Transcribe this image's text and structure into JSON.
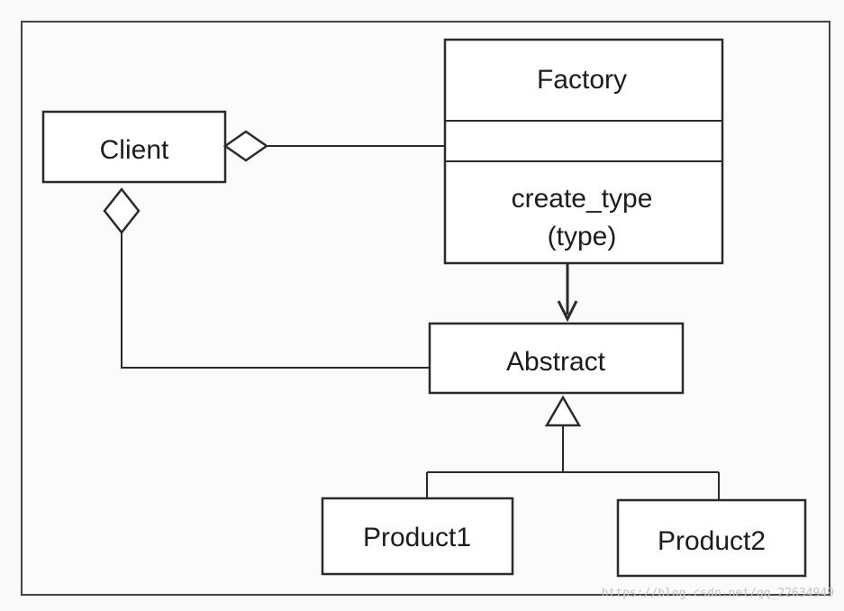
{
  "diagram": {
    "client": {
      "label": "Client"
    },
    "factory": {
      "name": "Factory",
      "method_line1": "create_type",
      "method_line2": "(type)"
    },
    "abstract": {
      "label": "Abstract"
    },
    "product1": {
      "label": "Product1"
    },
    "product2": {
      "label": "Product2"
    }
  },
  "watermark": {
    "text": "https://blog.csdn.net/qq_22634949"
  }
}
